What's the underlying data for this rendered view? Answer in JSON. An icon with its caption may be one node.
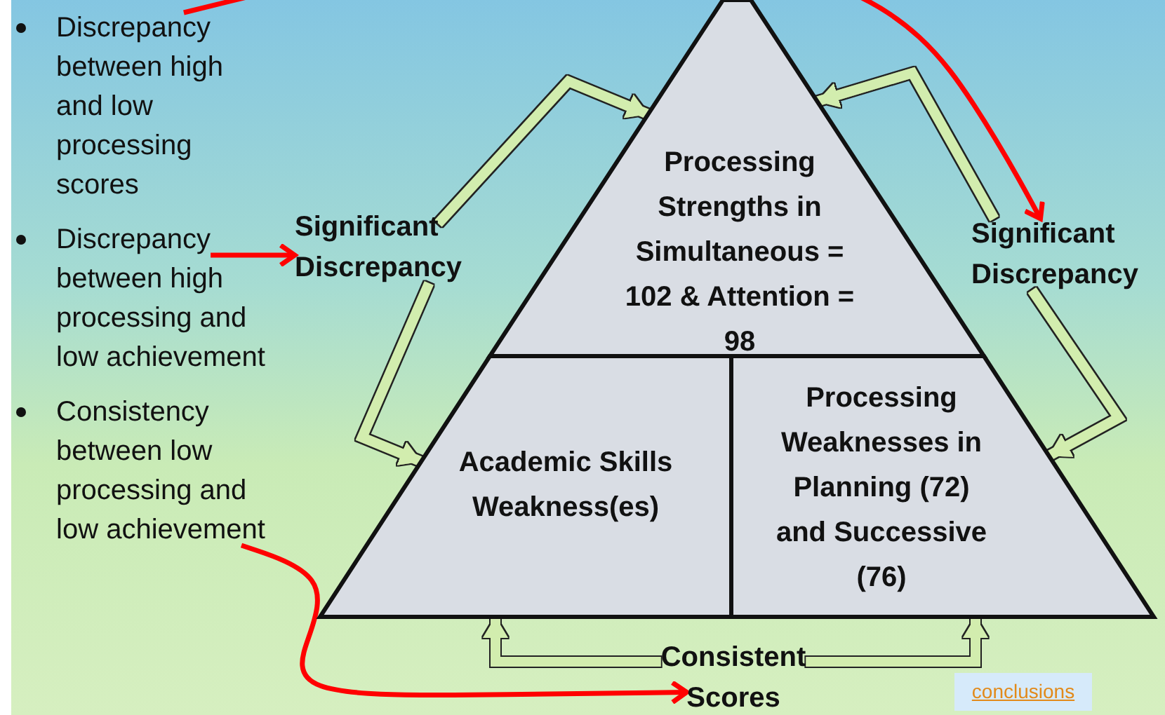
{
  "diagram": {
    "nodes": [
      {
        "text": [
          "Discrepancy between high and low processing scores"
        ]
      },
      {
        "text": [
          "Discrepancy between high processing and low achievement"
        ]
      },
      {
        "text": [
          "Consistency between low processing and low achievement"
        ]
      },
      {
        "text": [
          "Significant Discrepancy"
        ]
      },
      {
        "text": [
          "Processing Strengths in Simultaneous = 102 & Attention = 98"
        ]
      },
      {
        "text": [
          "Significant Discrepancy"
        ]
      },
      {
        "text": [
          "Academic Skills Weakness(es)"
        ]
      },
      {
        "text": [
          "Processing Weaknesses in Planning (72) and Successive (76)"
        ]
      },
      {
        "text": [
          "Consistent Scores"
        ]
      }
    ],
    "edges": [
      {
        "from": 0,
        "to": 5,
        "arrow": "to",
        "color": "#ff0000"
      },
      {
        "from": 1,
        "to": 3,
        "arrow": "to",
        "color": "#ff0000"
      },
      {
        "from": 2,
        "to": 8,
        "arrow": "to",
        "color": "#ff0000"
      },
      {
        "from": 3,
        "to": 4,
        "arrow": "to"
      },
      {
        "from": 3,
        "to": 6,
        "arrow": "to"
      },
      {
        "from": 5,
        "to": 4,
        "arrow": "to"
      },
      {
        "from": 5,
        "to": 7,
        "arrow": "to"
      },
      {
        "from": 8,
        "to": 6,
        "arrow": "to"
      },
      {
        "from": 8,
        "to": 7,
        "arrow": "to"
      }
    ],
    "labels": [
      "conclusions"
    ]
  }
}
